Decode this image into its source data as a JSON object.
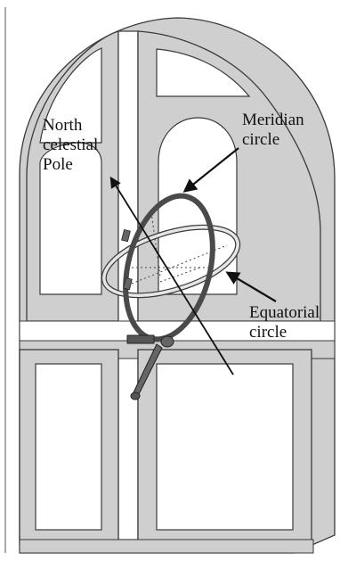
{
  "labels": {
    "north_pole": {
      "line1": "North",
      "line2": "celestial",
      "line3": "Pole"
    },
    "meridian": {
      "line1": "Meridian",
      "line2": "circle"
    },
    "equatorial": {
      "line1": "Equatorial",
      "line2": "circle"
    }
  },
  "colors": {
    "frame_fill": "#cfcfcf",
    "frame_stroke": "#3a3a3a",
    "ring_dark": "#4a4a4a",
    "ring_light": "#e6e6e6",
    "arrow": "#111111"
  }
}
